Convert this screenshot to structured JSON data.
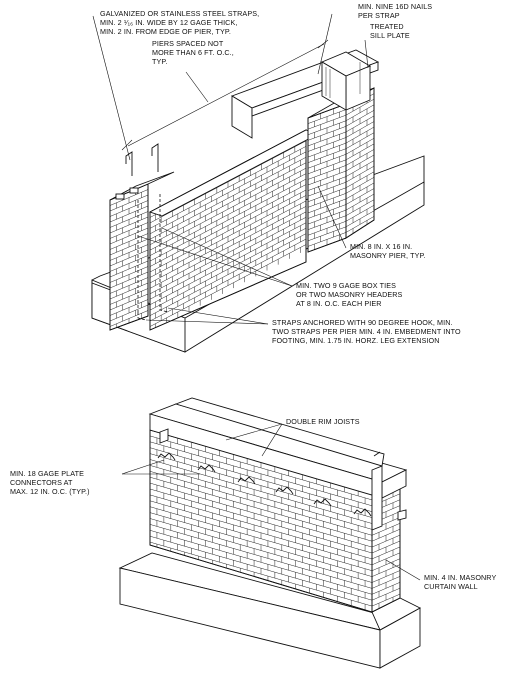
{
  "figure_top": {
    "labels": {
      "straps": [
        "GALVANIZED OR STAINLESS STEEL STRAPS,",
        "MIN. 2 ¹⁄₁₆ IN. WIDE BY 12 GAGE THICK,",
        "MIN. 2 IN. FROM EDGE OF PIER, TYP."
      ],
      "piers_spaced": [
        "PIERS SPACED NOT",
        "MORE THAN 6 FT. O.C.,",
        "TYP."
      ],
      "nails": [
        "MIN. NINE 16D NAILS",
        "PER STRAP"
      ],
      "sill": [
        "TREATED",
        "SILL PLATE"
      ],
      "masonry_pier": [
        "MIN. 8 IN. X 16 IN.",
        "MASONRY PIER, TYP."
      ],
      "box_ties": [
        "MIN. TWO 9 GAGE BOX TIES",
        "OR TWO MASONRY HEADERS",
        "AT 8 IN. O.C. EACH PIER"
      ],
      "anchored": [
        "STRAPS ANCHORED WITH 90 DEGREE HOOK, MIN.",
        "TWO STRAPS PER PIER MIN. 4 IN. EMBEDMENT INTO",
        "FOOTING, MIN. 1.75 IN. HORZ. LEG EXTENSION"
      ]
    }
  },
  "figure_bottom": {
    "labels": {
      "rim_joists": [
        "DOUBLE RIM JOISTS"
      ],
      "plate_connectors": [
        "MIN. 18 GAGE PLATE",
        "CONNECTORS AT",
        "MAX. 12 IN. O.C. (TYP.)"
      ],
      "curtain_wall": [
        "MIN. 4 IN. MASONRY",
        "CURTAIN WALL"
      ]
    }
  }
}
